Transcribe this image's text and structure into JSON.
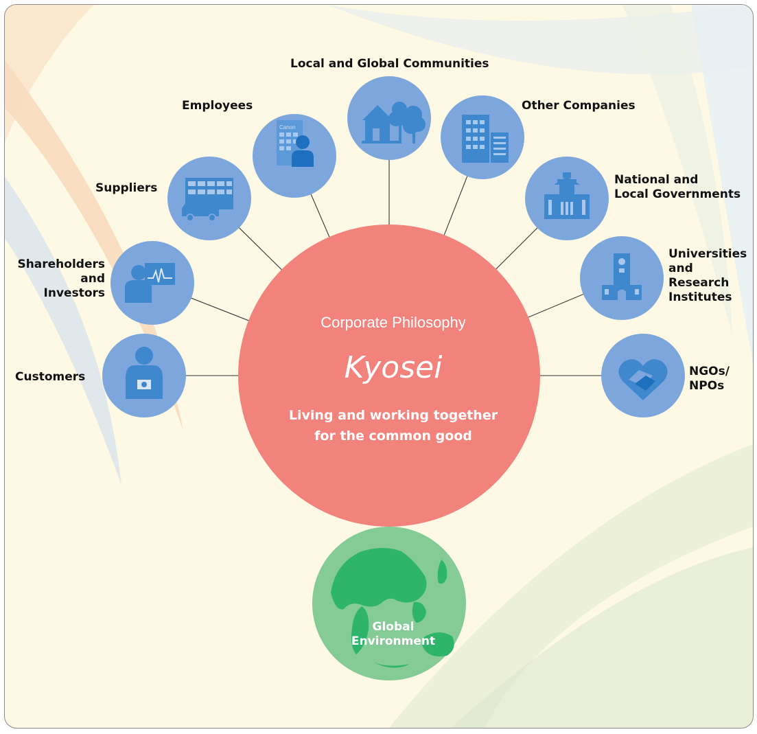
{
  "center": {
    "title": "Corporate Philosophy",
    "name": "Kyosei",
    "tagline_line1": "Living and working together",
    "tagline_line2": "for the common good"
  },
  "stakeholders": {
    "customers": "Customers",
    "shareholders_1": "Shareholders",
    "shareholders_2": "and",
    "shareholders_3": "Investors",
    "suppliers": "Suppliers",
    "employees": "Employees",
    "communities": "Local and Global Communities",
    "other_companies": "Other Companies",
    "governments_1": "National and",
    "governments_2": "Local Governments",
    "universities_1": "Universities",
    "universities_2": "and",
    "universities_3": "Research",
    "universities_4": "Institutes",
    "ngos_1": "NGOs/",
    "ngos_2": "NPOs"
  },
  "icon_text": {
    "building_sign": "Canon"
  },
  "environment": {
    "line1": "Global",
    "line2": "Environment"
  },
  "colors": {
    "center_circle": "#f2837c",
    "stakeholder_circle": "#7da6dc",
    "icon": "#3f88ce",
    "environment_circle": "#84cb98",
    "land": "#2eb56b"
  },
  "icons": {
    "customers": "person-with-camera-icon",
    "shareholders": "investor-chart-icon",
    "suppliers": "factory-truck-icon",
    "employees": "office-worker-icon",
    "communities": "house-trees-icon",
    "other_companies": "office-buildings-icon",
    "governments": "parliament-building-icon",
    "universities": "university-tower-icon",
    "ngos": "heart-handshake-icon",
    "environment": "globe-icon"
  }
}
